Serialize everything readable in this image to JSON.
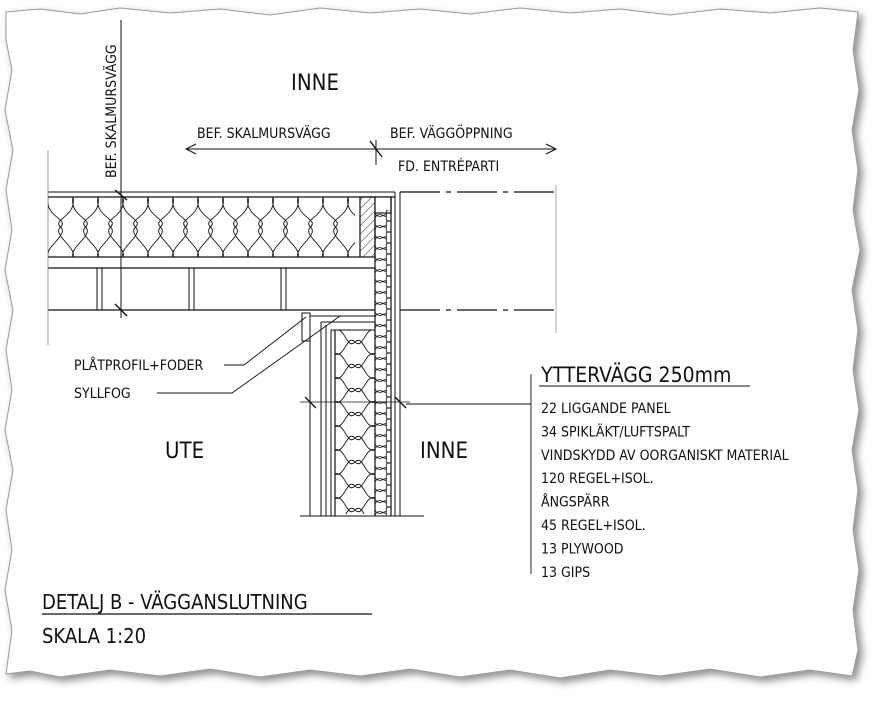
{
  "rooms": {
    "inne_top": "INNE",
    "ute": "UTE",
    "inne_bottom": "INNE"
  },
  "dimensions": {
    "existing_cavity_wall": "BEF. SKALMURSVÄGG",
    "existing_wall_opening": "BEF. VÄGGÖPPNING",
    "former_entrance": "FD. ENTRÉPARTI",
    "vertical_label": "BEF. SKALMURSVÄGG"
  },
  "callouts": {
    "flashing": "PLÅTPROFIL+FODER",
    "sill_joint": "SYLLFOG"
  },
  "wall_spec": {
    "title": "YTTERVÄGG 250mm",
    "layers": [
      "22 LIGGANDE PANEL",
      "34 SPIKLÄKT/LUFTSPALT",
      "VINDSKYDD AV OORGANISKT MATERIAL",
      "120 REGEL+ISOL.",
      "ÅNGSPÄRR",
      "45 REGEL+ISOL.",
      "13 PLYWOOD",
      "13 GIPS"
    ]
  },
  "detail": {
    "title": "DETALJ B - VÄGGANSLUTNING",
    "scale": "SKALA 1:20"
  }
}
